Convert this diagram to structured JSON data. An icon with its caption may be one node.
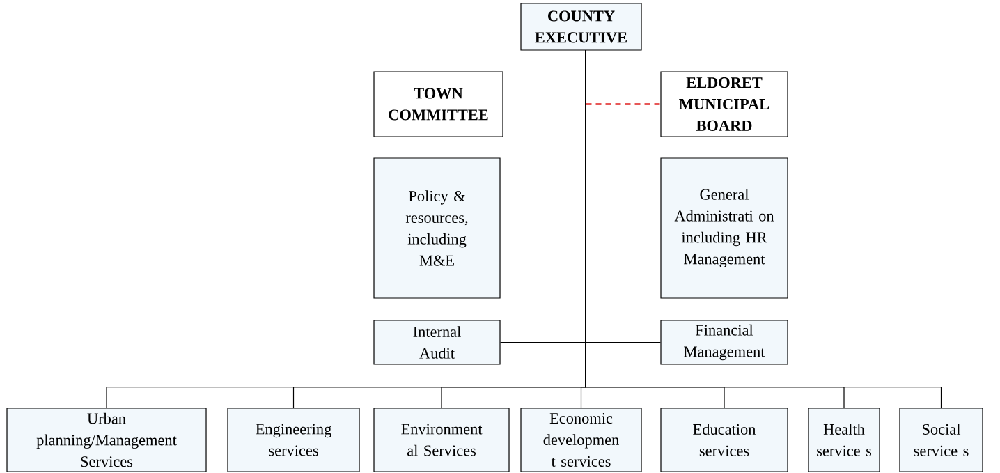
{
  "diagram": {
    "nodes": [
      {
        "text": [
          "COUNTY EXECUTIVE"
        ]
      },
      {
        "text": [
          "TOWN COMMITTEE"
        ]
      },
      {
        "text": [
          "ELDORET MUNICIPAL BOARD"
        ]
      },
      {
        "text": [
          "Policy & resources, including M&E"
        ]
      },
      {
        "text": [
          "General Administrati on including HR Management"
        ]
      },
      {
        "text": [
          "Internal Audit"
        ]
      },
      {
        "text": [
          "Financial Management"
        ]
      },
      {
        "text": [
          "Urban planning/Management Services"
        ]
      },
      {
        "text": [
          "Engineering services"
        ]
      },
      {
        "text": [
          "Environment al Services"
        ]
      },
      {
        "text": [
          "Economic developmen t services"
        ]
      },
      {
        "text": [
          "Education services"
        ]
      },
      {
        "text": [
          "Health service s"
        ]
      },
      {
        "text": [
          "Social service s"
        ]
      }
    ],
    "edges": [
      {
        "from": 0,
        "to": 1,
        "arrow": "none"
      },
      {
        "from": 0,
        "to": 2,
        "arrow": "none",
        "style": "dashed",
        "color": "#e02020"
      },
      {
        "from": 0,
        "to": 3,
        "arrow": "none"
      },
      {
        "from": 0,
        "to": 4,
        "arrow": "none"
      },
      {
        "from": 0,
        "to": 5,
        "arrow": "none"
      },
      {
        "from": 0,
        "to": 6,
        "arrow": "none"
      },
      {
        "from": 0,
        "to": 7,
        "arrow": "none"
      },
      {
        "from": 0,
        "to": 8,
        "arrow": "none"
      },
      {
        "from": 0,
        "to": 9,
        "arrow": "none"
      },
      {
        "from": 0,
        "to": 10,
        "arrow": "none"
      },
      {
        "from": 0,
        "to": 11,
        "arrow": "none"
      },
      {
        "from": 0,
        "to": 12,
        "arrow": "none"
      },
      {
        "from": 0,
        "to": 13,
        "arrow": "none"
      }
    ]
  }
}
